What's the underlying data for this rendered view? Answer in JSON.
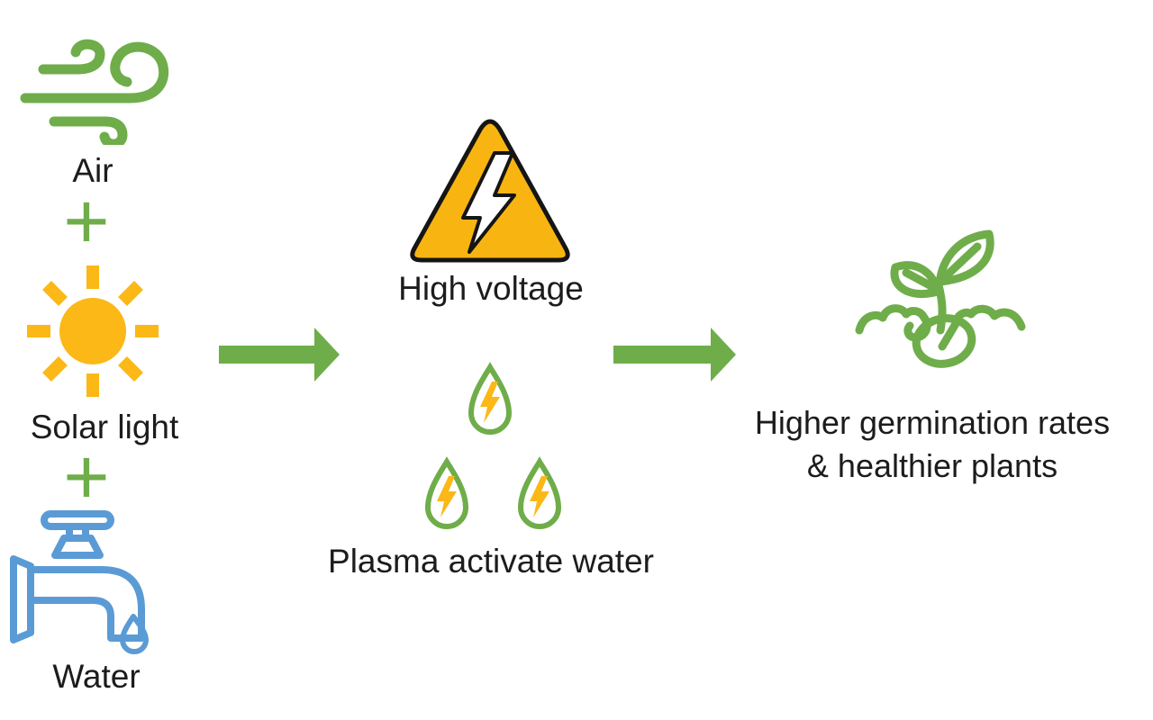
{
  "diagram": {
    "title_hint": "Plasma activated water seed treatment concept diagram",
    "colors": {
      "green": "#6FAD4A",
      "gold": "#FBB githubB816",
      "gold_fill": "#FBB816",
      "blue": "#5B9BD5",
      "ink": "#1c1c1c",
      "background": "#ffffff"
    },
    "inputs": {
      "air_label": "Air",
      "plus1": "+",
      "solar_label": "Solar light",
      "plus2": "+",
      "water_label": "Water"
    },
    "process": {
      "high_voltage_label": "High voltage",
      "plasma_label": "Plasma activate water"
    },
    "outcome": {
      "line1": "Higher germination rates",
      "line2": "& healthier plants"
    },
    "icons": [
      "wind-icon",
      "plus-icon",
      "sun-icon",
      "water-tap-icon",
      "arrow-right-icon",
      "high-voltage-warning-icon",
      "plasma-droplet-icon",
      "seedling-icon"
    ]
  }
}
